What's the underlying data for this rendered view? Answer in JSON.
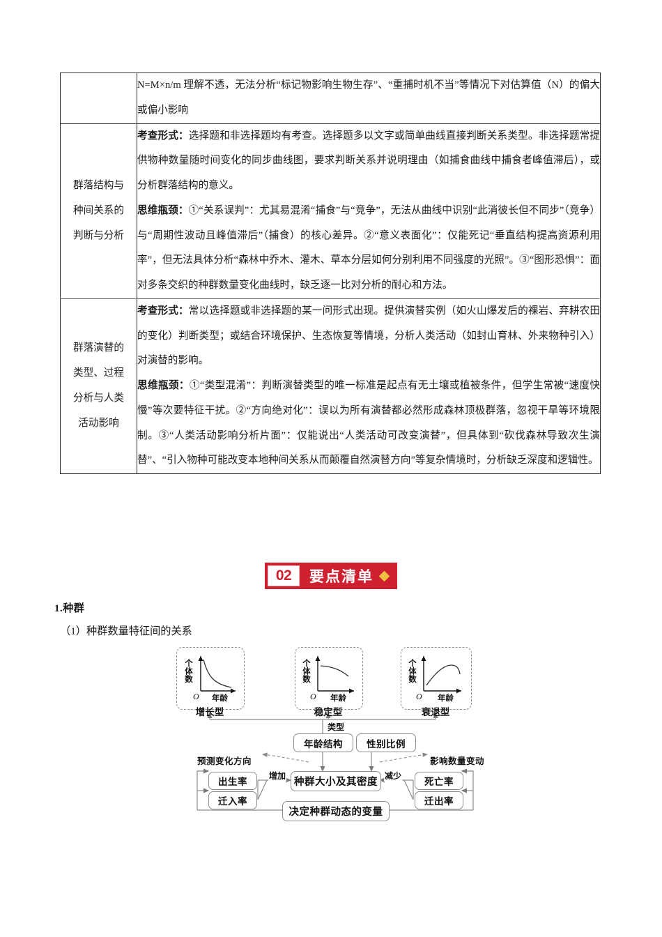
{
  "table": {
    "rows": [
      {
        "topic": [],
        "blocks": [
          {
            "lead": "",
            "text": "N=M×n/m 理解不透，无法分析“标记物影响生物生存”、“重捕时机不当”等情况下对估算值（N）的偏大或偏小影响"
          }
        ]
      },
      {
        "topic": [
          "群落结构与",
          "种间关系的",
          "判断与分析"
        ],
        "blocks": [
          {
            "lead": "考查形式：",
            "text": "选择题和非选择题均有考查。选择题多以文字或简单曲线直接判断关系类型。非选择题常提供物种数量随时间变化的同步曲线图，要求判断关系并说明理由（如捕食曲线中捕食者峰值滞后），或分析群落结构的意义。"
          },
          {
            "lead": "思维瓶颈：",
            "text": "①“关系误判”：尤其易混淆“捕食”与“竞争”，无法从曲线中识别“此消彼长但不同步”（竞争）与“周期性波动且峰值滞后”（捕食）的核心差异。②“意义表面化”：仅能死记“垂直结构提高资源利用率”，但无法具体分析“森林中乔木、灌木、草本分层如何分别利用不同强度的光照”。③“图形恐惧”：面对多条交织的种群数量变化曲线时，缺乏逐一比对分析的耐心和方法。"
          }
        ]
      },
      {
        "topic": [
          "群落演替的",
          "类型、过程",
          "分析与人类",
          "活动影响"
        ],
        "blocks": [
          {
            "lead": "考查形式：",
            "text": "常以选择题或非选择题的某一问形式出现。提供演替实例（如火山爆发后的裸岩、弃耕农田的变化）判断类型；或结合环境保护、生态恢复等情境，分析人类活动（如封山育林、外来物种引入）对演替的影响。"
          },
          {
            "lead": "思维瓶颈：",
            "text": "①“类型混淆”：判断演替类型的唯一标准是起点有无土壤或植被条件，但学生常被“速度快慢”等次要特征干扰。②“方向绝对化”：误以为所有演替都必然形成森林顶极群落，忽视干旱等环境限制。③“人类活动影响分析片面”：仅能说出“人类活动可改变演替”，但具体到“砍伐森林导致次生演替”、“引入物种可能改变本地种间关系从而颠覆自然演替方向”等复杂情境时，分析缺乏深度和逻辑性。"
          }
        ]
      }
    ]
  },
  "section_badge": {
    "number": "02",
    "title": "要点清单",
    "bg_color": "#cf2030",
    "diamond_color": "#f0c040"
  },
  "headings": {
    "h1": "1.种群",
    "h2": "（1）种群数量特征间的关系"
  },
  "chart_data": {
    "type": "line",
    "title": "种群数量特征间的关系",
    "panels": [
      {
        "caption": "增长型",
        "ylabel": "个体数",
        "xlabel": "年龄",
        "origin": "O",
        "shape": "steep-decay",
        "x": [
          0.05,
          0.2,
          0.4,
          0.6,
          0.8,
          1.0
        ],
        "y": [
          1.0,
          0.52,
          0.27,
          0.16,
          0.11,
          0.09
        ]
      },
      {
        "caption": "稳定型",
        "ylabel": "个体数",
        "xlabel": "年龄",
        "origin": "O",
        "shape": "gentle-decline",
        "x": [
          0.05,
          0.25,
          0.5,
          0.75,
          1.0
        ],
        "y": [
          0.78,
          0.74,
          0.68,
          0.58,
          0.44
        ]
      },
      {
        "caption": "衰退型",
        "ylabel": "个体数",
        "xlabel": "年龄",
        "origin": "O",
        "shape": "hump",
        "x": [
          0.05,
          0.25,
          0.5,
          0.72,
          0.9,
          1.0
        ],
        "y": [
          0.12,
          0.42,
          0.65,
          0.75,
          0.72,
          0.64
        ]
      }
    ]
  },
  "diagram": {
    "nodes": {
      "age_structure": "年龄结构",
      "sex_ratio": "性别比例",
      "birth_rate": "出生率",
      "immigration_rate": "迁入率",
      "population_size": "种群大小及其密度",
      "death_rate": "死亡率",
      "emigration_rate": "迁出率",
      "dynamic_variable": "决定种群动态的变量"
    },
    "labels": {
      "type": "类型",
      "predict_direction": "预测变化方向",
      "affect_fluctuation": "影响数量变动",
      "increase": "增加",
      "decrease": "减少"
    }
  }
}
